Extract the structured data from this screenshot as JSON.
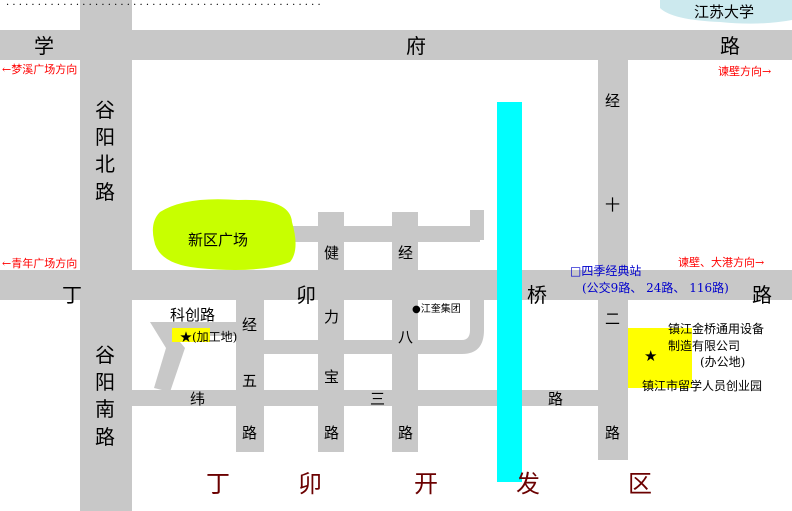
{
  "colors": {
    "road": "#c8c8c8",
    "river": "#00ffff",
    "green_area": "#c8ff00",
    "company_area": "#ffff00",
    "direction_text": "#ff0000",
    "bus_text": "#0000cc",
    "district_text": "#6b0000",
    "campus": "#cce9ee"
  },
  "top_dots": "· · · · · · · · · · · · · · · · · · · · · · · · · · · · · · · · · · · · · · · · · · · · · · · · · ·",
  "campus": {
    "label": "江苏大学"
  },
  "roads": {
    "xuefu": [
      "学",
      "府",
      "路"
    ],
    "guyang_north": [
      "谷",
      "阳",
      "北",
      "路"
    ],
    "guyang_south": [
      "谷",
      "阳",
      "南",
      "路"
    ],
    "dingmao_bridge": [
      "丁",
      "卯",
      "桥",
      "路"
    ],
    "jing_shi_er": [
      "经",
      "十",
      "二",
      "路"
    ],
    "jianyu": [
      "健",
      "经"
    ],
    "li_bao": [
      "力",
      "宝",
      "路"
    ],
    "jing_wu": [
      "经",
      "五",
      "路"
    ],
    "jing_ba": [
      "八",
      "路"
    ],
    "wei_san": [
      "纬",
      "三",
      "路"
    ],
    "jing_er_lu": [
      "路"
    ],
    "kechuang": "科创路"
  },
  "directions": {
    "mengxi": "←梦溪广场方向",
    "jianbi": "谏壁方向→",
    "qingnian": "←青年广场方向",
    "jianbi_dagang": "谏壁、大港方向→"
  },
  "places": {
    "new_plaza": "新区广场",
    "jiangkui": "●江奎集团",
    "processing": "★(加工地)",
    "company_line1": "镇江金桥通用设备",
    "company_line2": "制造有限公司",
    "company_line3": "(办公地)",
    "company_star": "★",
    "incubator": "镇江市留学人员创业园"
  },
  "bus": {
    "station": "□四季经典站",
    "routes": "(公交9路、 24路、 116路)"
  },
  "district": [
    "丁",
    "卯",
    "开",
    "发",
    "区"
  ]
}
